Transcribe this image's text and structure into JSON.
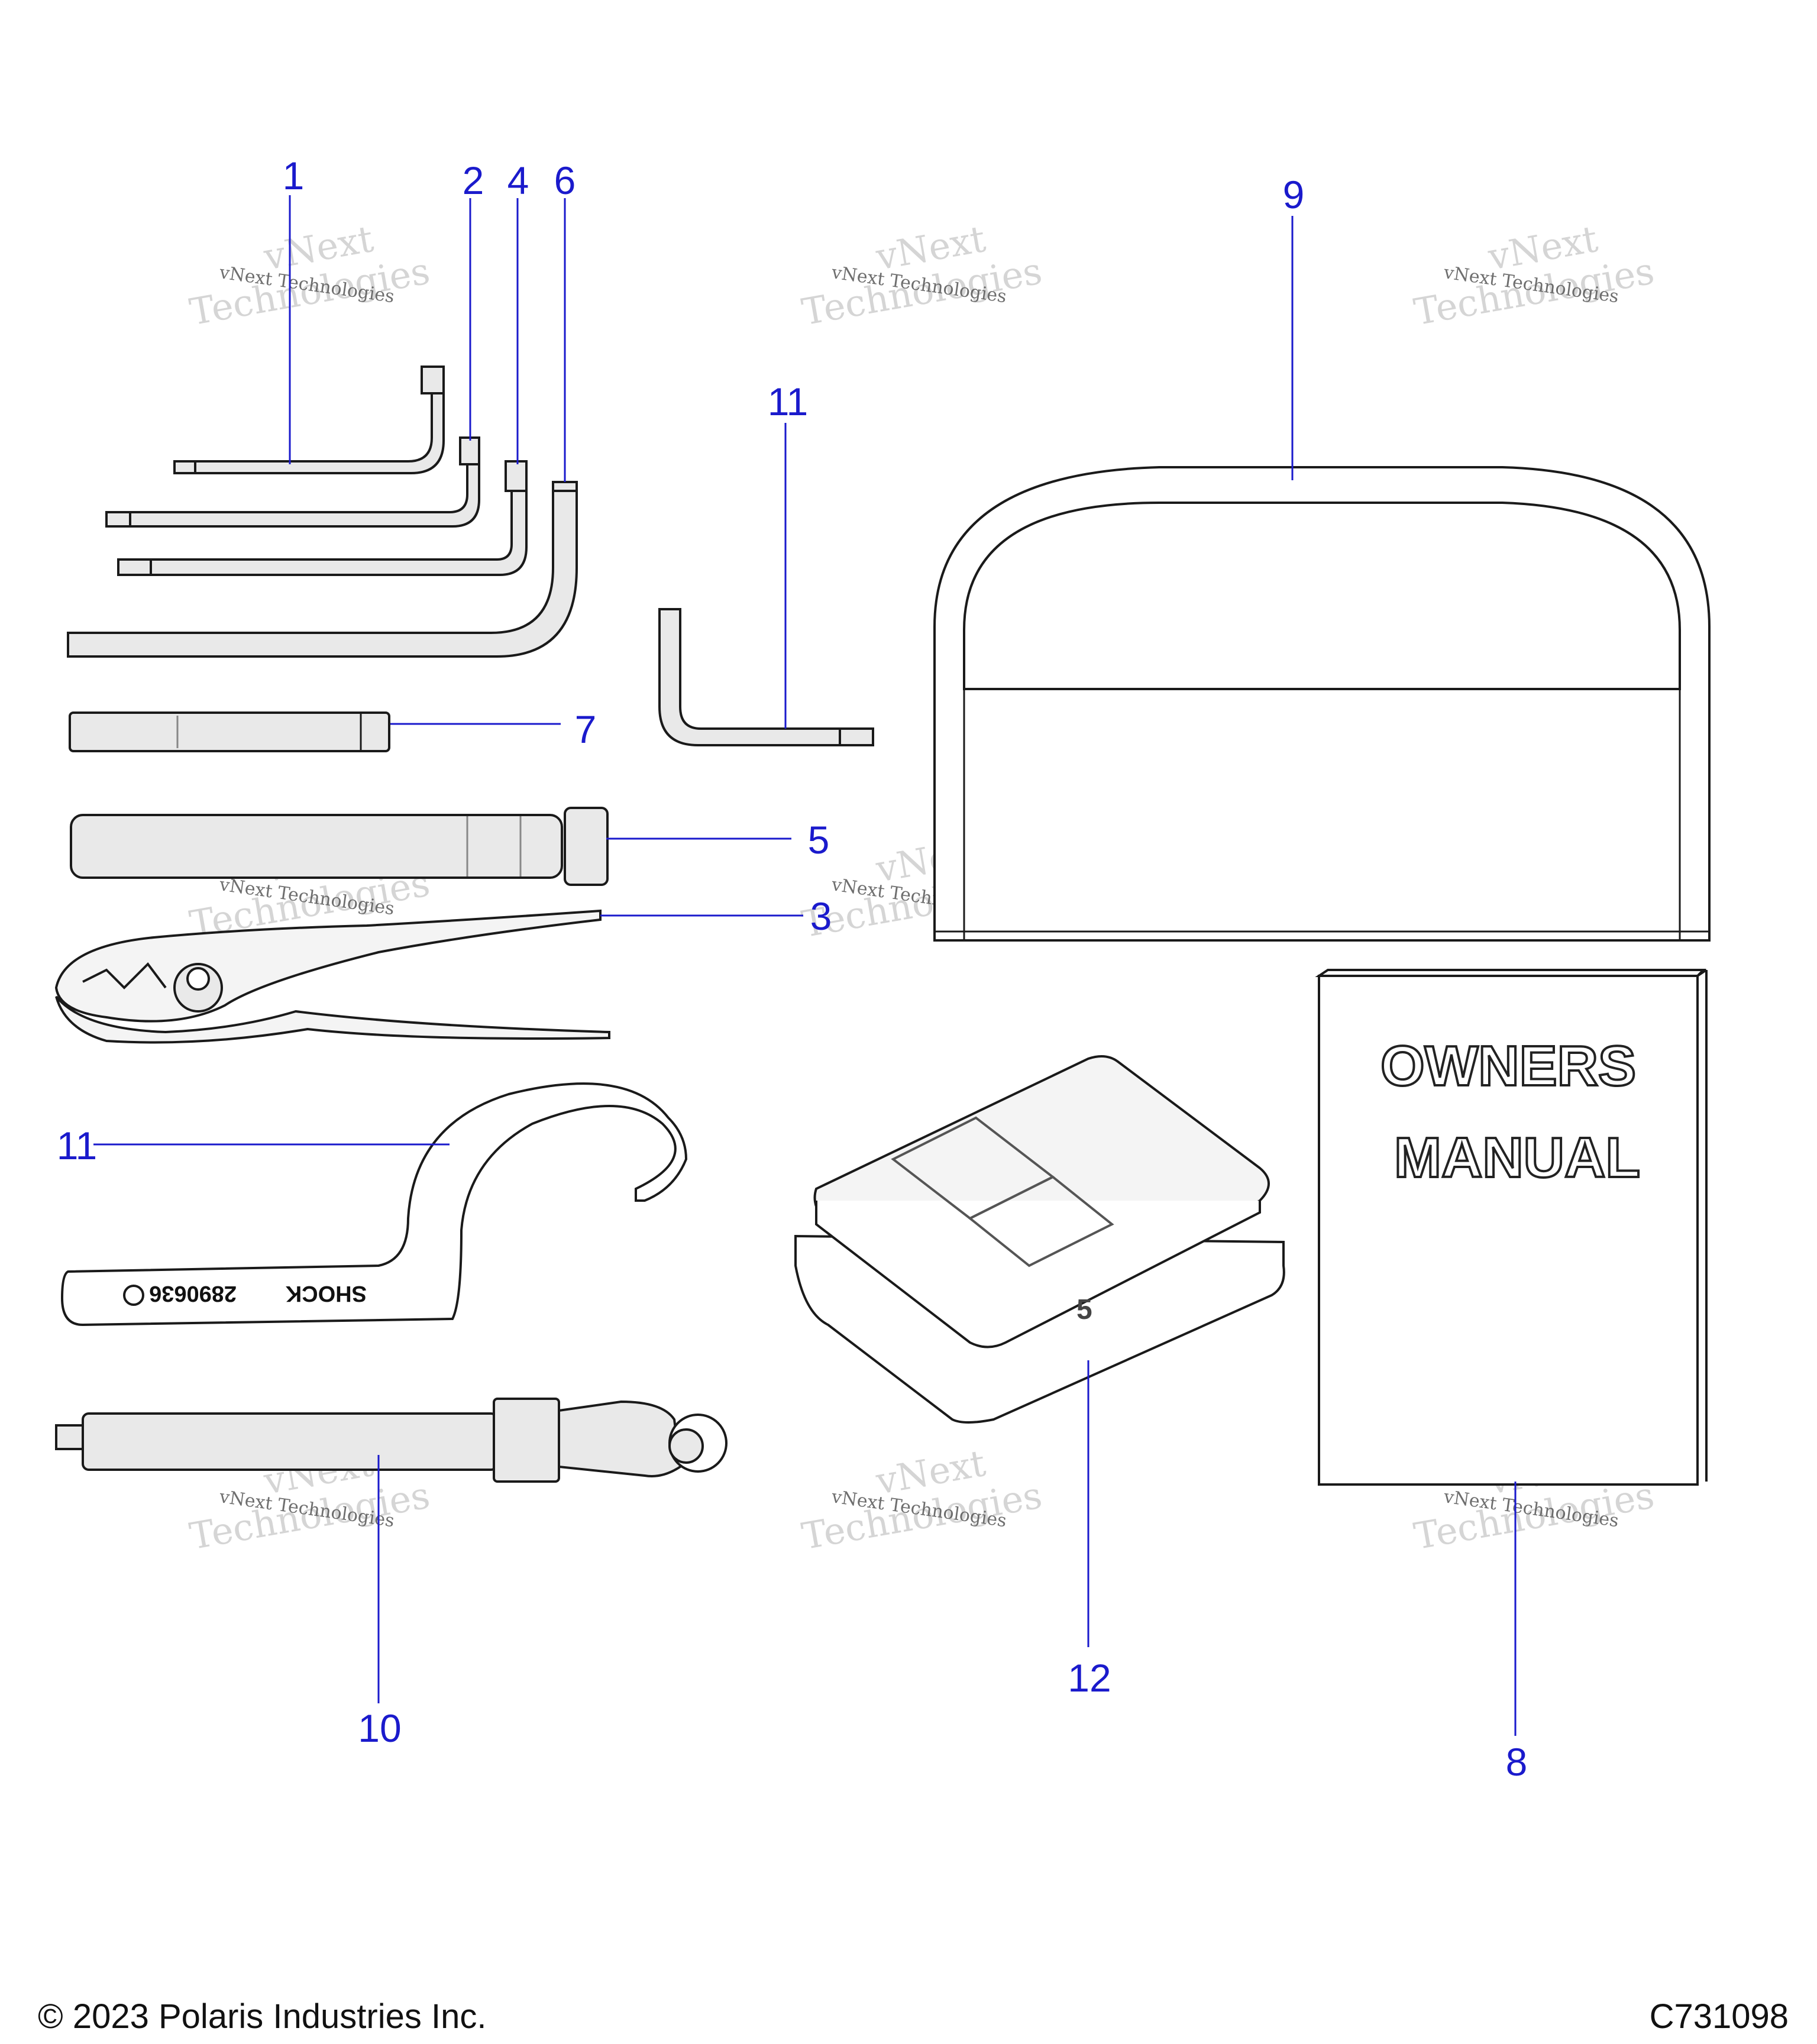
{
  "callouts": [
    "1",
    "2",
    "4",
    "6",
    "9",
    "11",
    "7",
    "5",
    "3",
    "11",
    "12",
    "10",
    "8"
  ],
  "watermark": {
    "line1": "vNext Technologies",
    "big1": "vNext",
    "big2": "Technologies"
  },
  "manual": {
    "line1": "OWNERS",
    "line2": "MANUAL"
  },
  "spanner_wrench": {
    "part_number": "2890636",
    "label": "SHOCK"
  },
  "fuse_box": {
    "label": "5"
  },
  "footer": {
    "copyright": "© 2023 Polaris Industries Inc.",
    "diagram_id": "C731098"
  }
}
